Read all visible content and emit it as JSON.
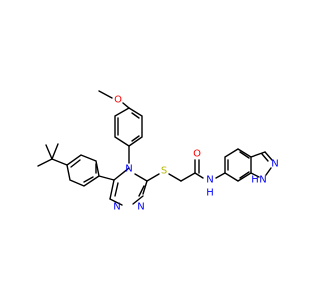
{
  "molecule": {
    "colors": {
      "bond": "#000000",
      "carbon": "#000000",
      "nitrogen": "#0000ff",
      "oxygen": "#ff0000",
      "sulfur": "#b8b800"
    },
    "atoms": {
      "o_methoxy": "O",
      "n4_triazole": "N",
      "n1_triazole": "N",
      "n2_triazole": "N",
      "s_thioether": "S",
      "o_carbonyl": "O",
      "n_amide": "N",
      "h_amide": "H",
      "n1_indazole": "N",
      "h_indazole": "H",
      "n2_indazole": "N"
    }
  }
}
